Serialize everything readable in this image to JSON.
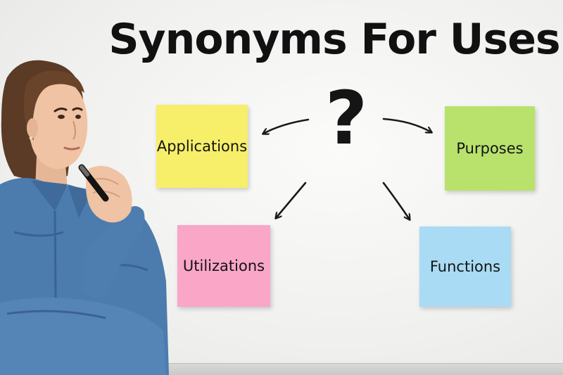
{
  "title": "Synonyms For Uses",
  "center_symbol": "?",
  "notes": {
    "applications": {
      "label": "Applications",
      "color": "#f7ee6a"
    },
    "purposes": {
      "label": "Purposes",
      "color": "#b8e26c"
    },
    "utilizations": {
      "label": "Utilizations",
      "color": "#f9a6c7"
    },
    "functions": {
      "label": "Functions",
      "color": "#a9dbf4"
    }
  }
}
